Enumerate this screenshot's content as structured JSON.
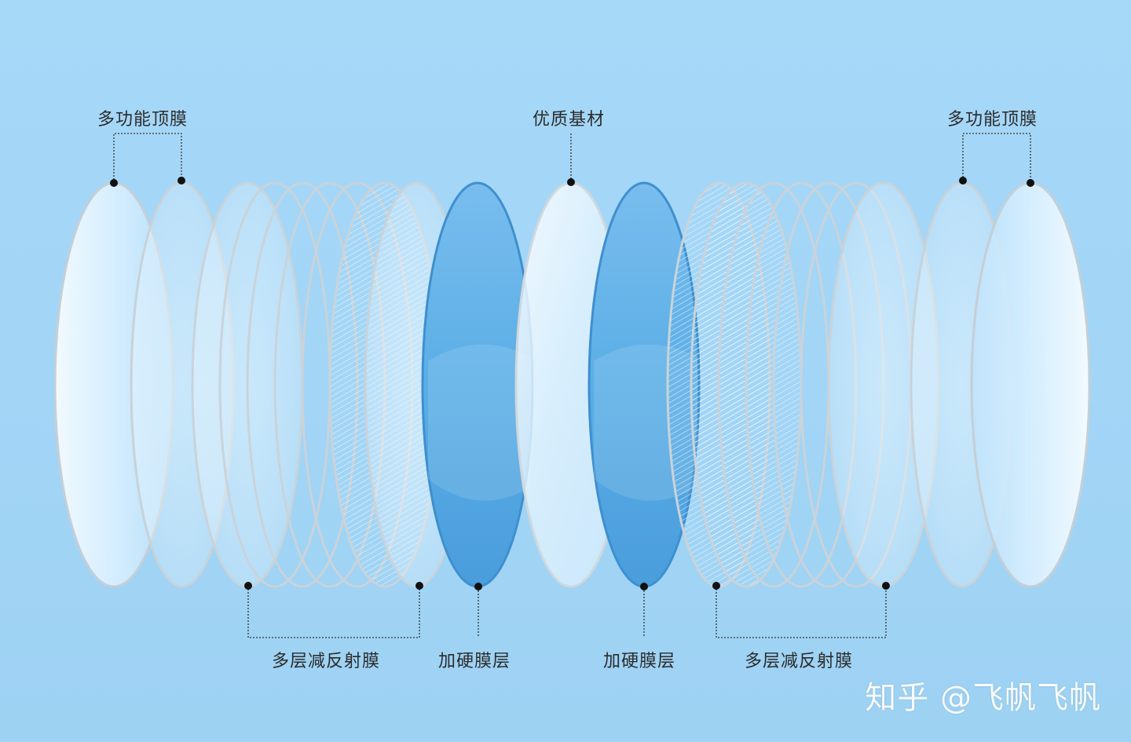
{
  "labels": {
    "top_left": "多功能顶膜",
    "top_center": "优质基材",
    "top_right": "多功能顶膜",
    "bottom_ar_left": "多层减反射膜",
    "bottom_hard_left": "加硬膜层",
    "bottom_hard_right": "加硬膜层",
    "bottom_ar_right": "多层减反射膜"
  },
  "watermark": "知乎 @飞帆飞帆",
  "colors": {
    "background": "#9fd3f6",
    "lens_hardcoat": "#5aaee6",
    "lens_clear": "#f4fbff",
    "callout_line": "#333333"
  }
}
